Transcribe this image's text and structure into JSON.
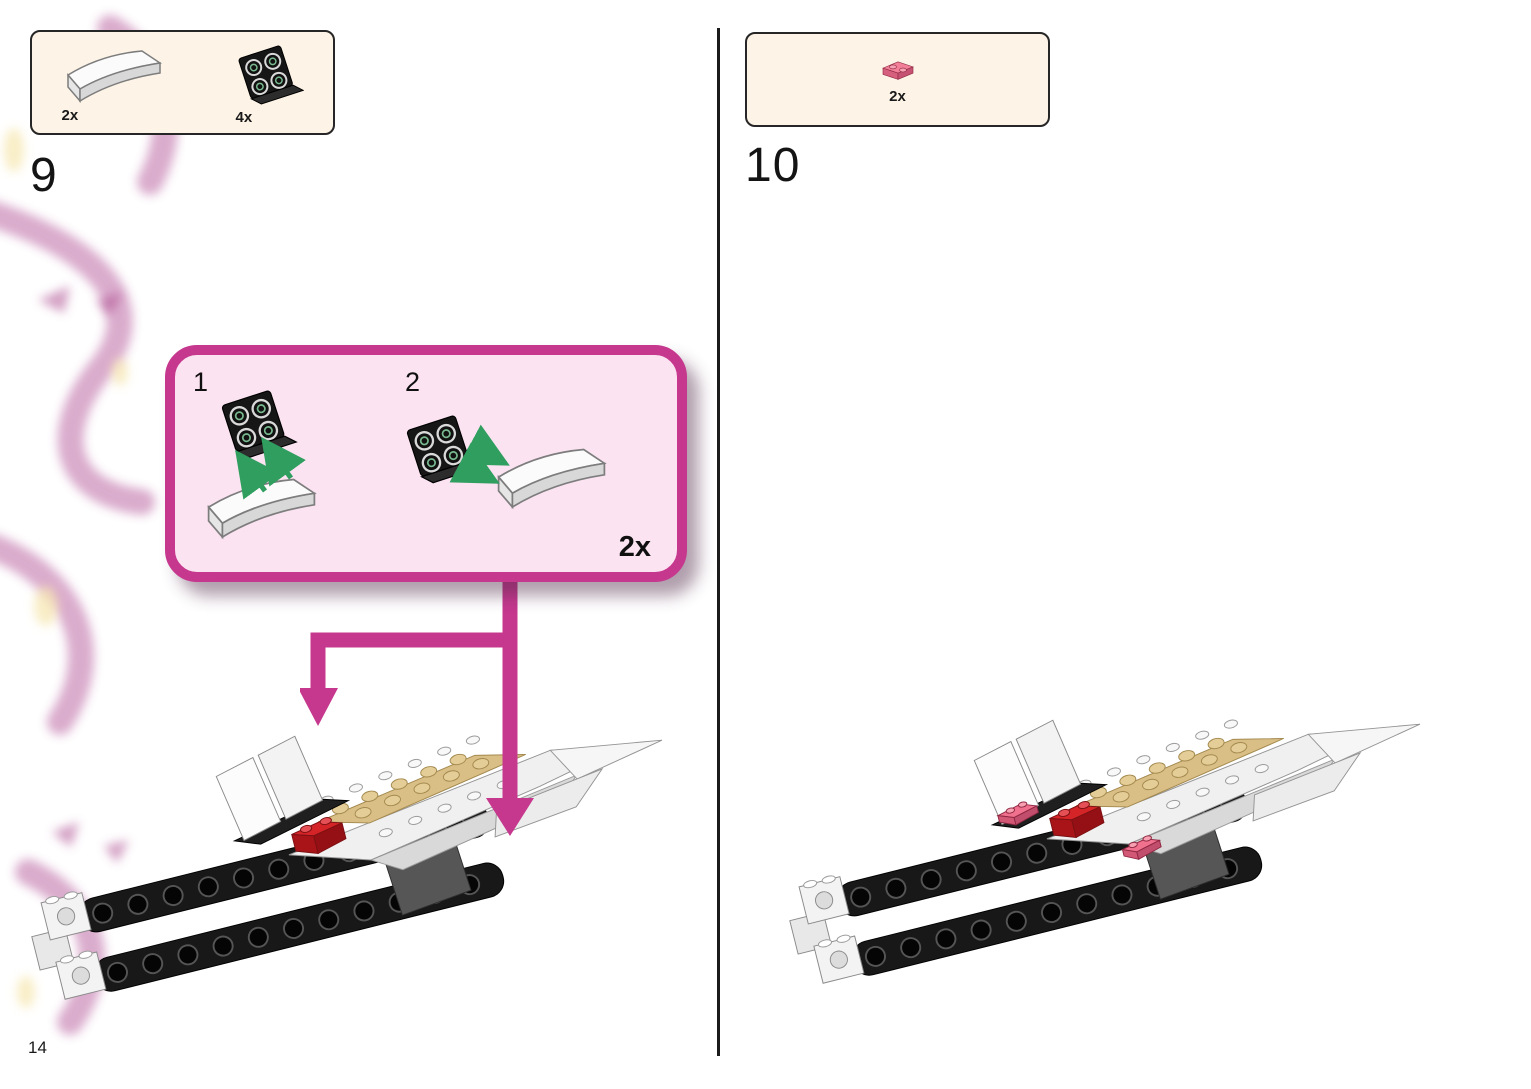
{
  "page": {
    "number": "14",
    "background": "#eda0ca",
    "accent_pink": "#c5388e",
    "callout_bg": "#fdf4e7",
    "inset_bg": "#fbe3f1",
    "green_arrow": "#2f9e5f",
    "divider_color": "#1b1b1b"
  },
  "steps": [
    {
      "number": "9",
      "parts": [
        {
          "name": "white-curved-slope",
          "count": "2x",
          "color": "#f6f6f6"
        },
        {
          "name": "black-bracket-2x2",
          "count": "4x",
          "color": "#161616"
        }
      ],
      "inset": {
        "substeps": [
          {
            "label": "1",
            "diagram": "attach-bracket-to-slope"
          },
          {
            "label": "2",
            "diagram": "attach-slope-to-bracket"
          }
        ],
        "count": "2x"
      },
      "model": "partial-spacecraft-step-9",
      "model_colors": {
        "beams": "#181818",
        "hull": "#f0f0f0",
        "plate": "#d9bf85",
        "brick": "#d42427"
      }
    },
    {
      "number": "10",
      "parts": [
        {
          "name": "dark-pink-plate-1x2",
          "count": "2x",
          "color": "#f0718e"
        }
      ],
      "model": "partial-spacecraft-step-10",
      "model_colors": {
        "beams": "#181818",
        "hull": "#f0f0f0",
        "plate": "#d9bf85",
        "brick": "#d42427",
        "new_plates": "#f0718e"
      }
    }
  ]
}
